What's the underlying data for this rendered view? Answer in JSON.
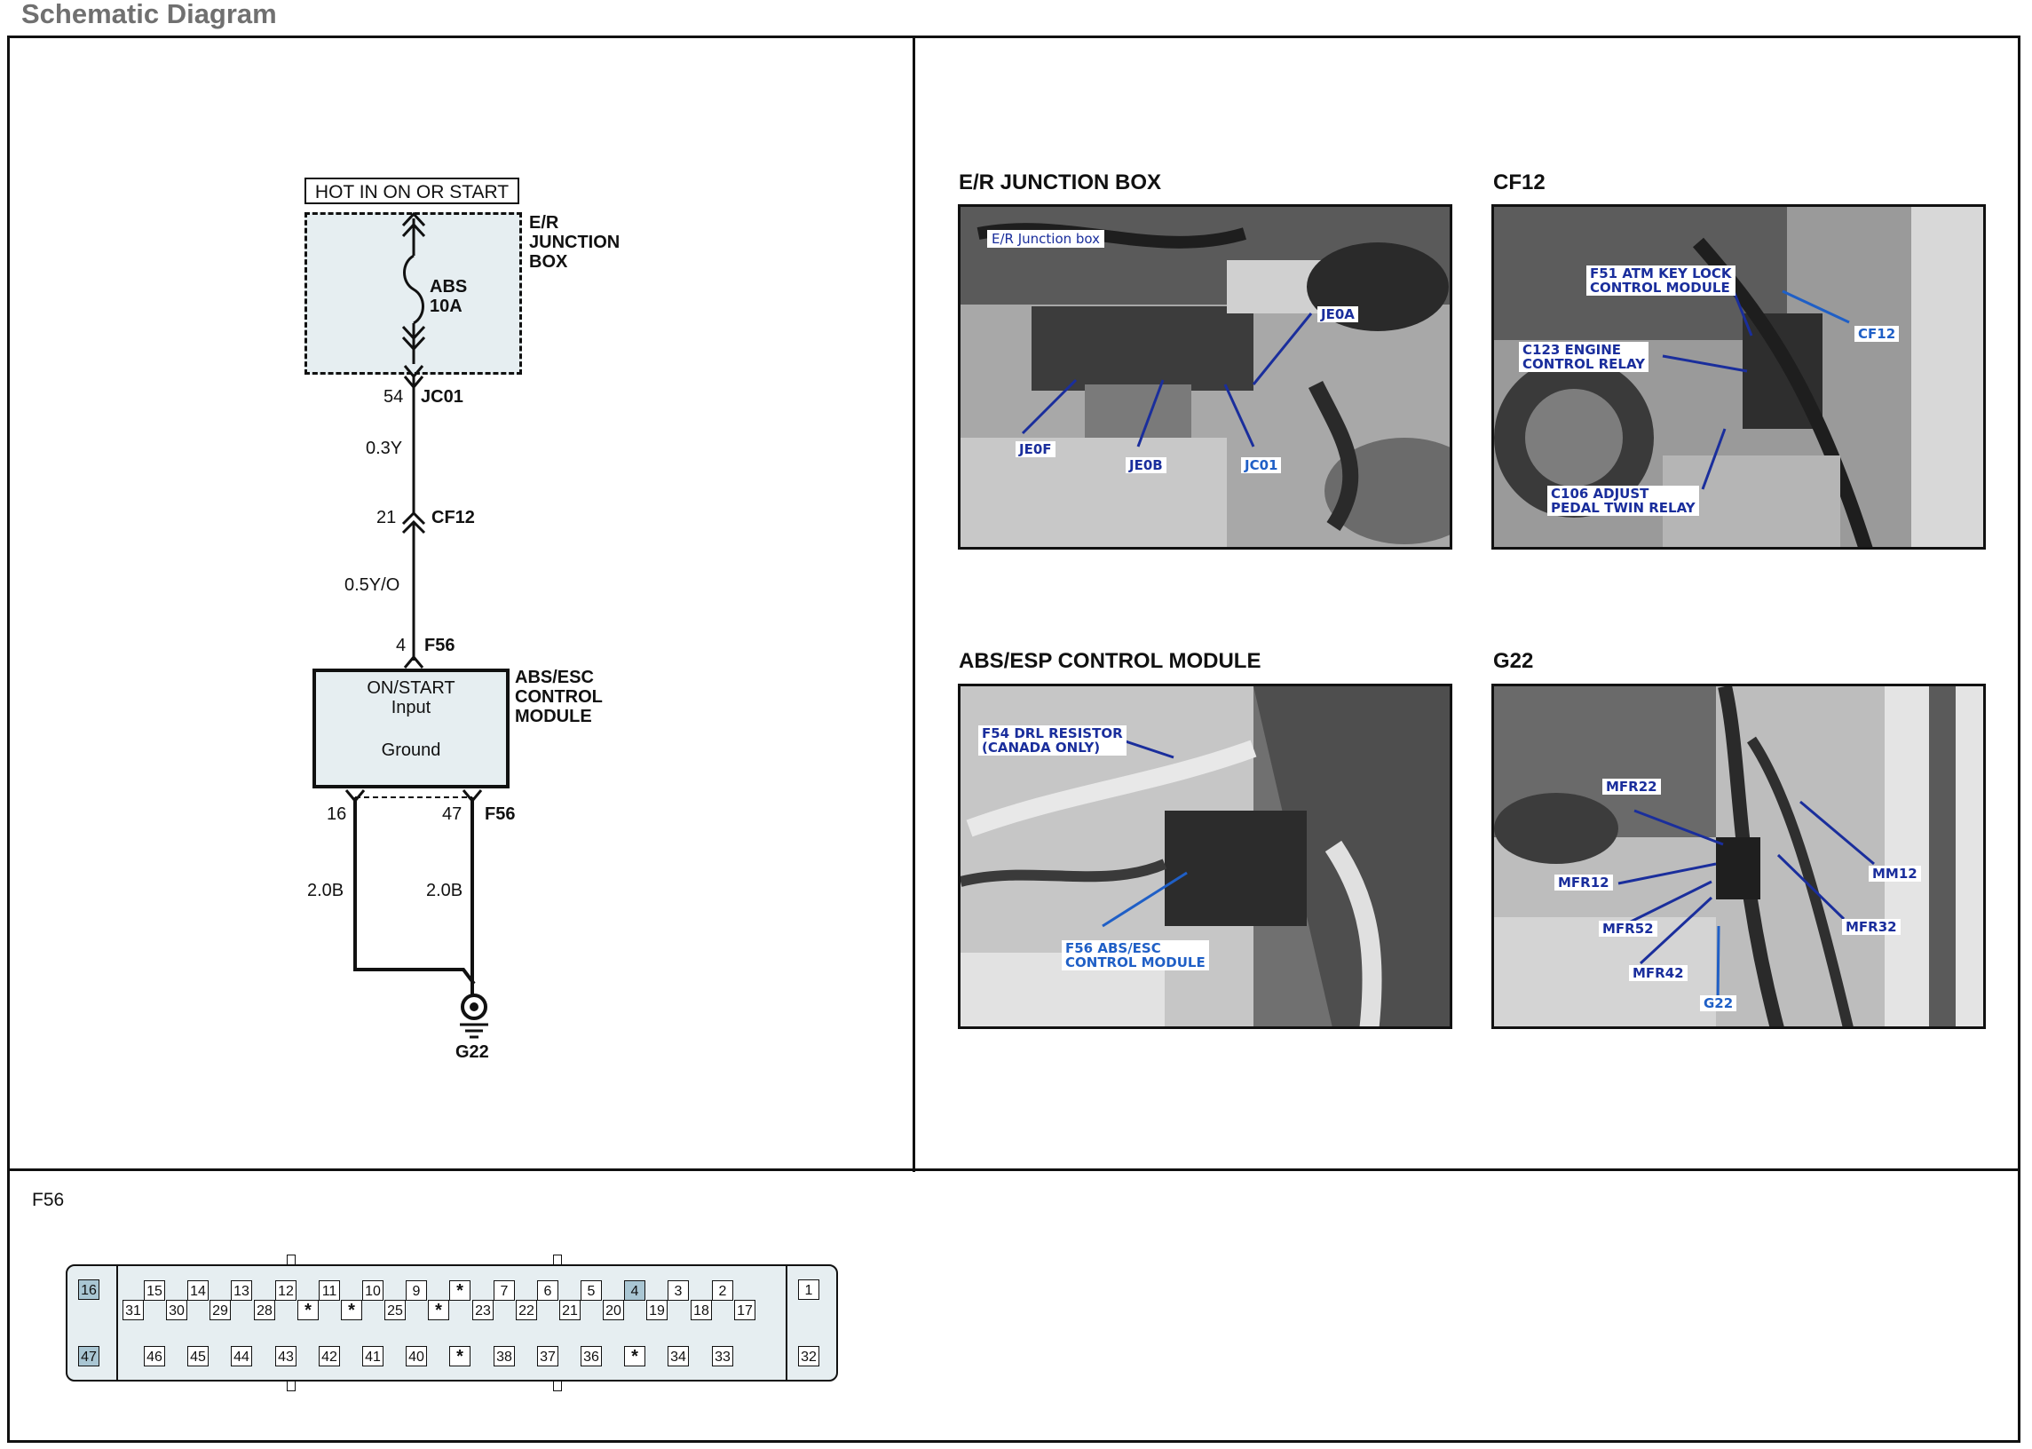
{
  "page_title": "Schematic Diagram",
  "schematic": {
    "hot_label": "HOT IN ON OR START",
    "junction_box_label": [
      "E/R",
      "JUNCTION",
      "BOX"
    ],
    "fuse_name": "ABS",
    "fuse_rating": "10A",
    "jc01_pin": "54",
    "jc01_name": "JC01",
    "wire1": "0.3Y",
    "cf12_pin": "21",
    "cf12_name": "CF12",
    "wire2": "0.5Y/O",
    "f56_pin_top": "4",
    "f56_name_top": "F56",
    "module_label": [
      "ABS/ESC",
      "CONTROL",
      "MODULE"
    ],
    "module_input": [
      "ON/START",
      "Input"
    ],
    "module_ground": "Ground",
    "ground_pin_left": "16",
    "ground_pin_right": "47",
    "f56_name_bottom": "F56",
    "wire3": "2.0B",
    "wire4": "2.0B",
    "ground_name": "G22"
  },
  "photos": [
    {
      "title": "E/R JUNCTION BOX",
      "caption": "E/R Junction box",
      "callouts": [
        "JE0A",
        "JE0F",
        "JE0B",
        "JC01"
      ]
    },
    {
      "title": "CF12",
      "callouts": [
        "F51 ATM KEY LOCK",
        "CONTROL MODULE",
        "CF12",
        "C123 ENGINE",
        "CONTROL RELAY",
        "C106 ADJUST",
        "PEDAL TWIN RELAY"
      ]
    },
    {
      "title": "ABS/ESP CONTROL MODULE",
      "callouts": [
        "F54 DRL RESISTOR",
        "(CANADA ONLY)",
        "F56 ABS/ESC",
        "CONTROL MODULE"
      ]
    },
    {
      "title": "G22",
      "callouts": [
        "MFR22",
        "MFR12",
        "MM12",
        "MFR52",
        "MFR32",
        "MFR42",
        "G22"
      ]
    }
  ],
  "connector": {
    "name": "F56",
    "left_top": "16",
    "left_bottom": "47",
    "right_top": "1",
    "right_bottom": "32",
    "row1": [
      "15",
      "14",
      "13",
      "12",
      "11",
      "10",
      "9",
      "*",
      "7",
      "6",
      "5",
      "4",
      "3",
      "2"
    ],
    "row2": [
      "31",
      "30",
      "29",
      "28",
      "*",
      "*",
      "25",
      "*",
      "23",
      "22",
      "21",
      "20",
      "19",
      "18",
      "17"
    ],
    "row3": [
      "46",
      "45",
      "44",
      "43",
      "42",
      "41",
      "40",
      "*",
      "38",
      "37",
      "36",
      "*",
      "34",
      "33"
    ],
    "highlighted": [
      "16",
      "47",
      "4"
    ]
  },
  "colors": {
    "fill": "#e6eef1",
    "highlight": "#a9c6d3",
    "callout_dark": "#1a2e9c",
    "callout_light": "#1f5fc6"
  }
}
